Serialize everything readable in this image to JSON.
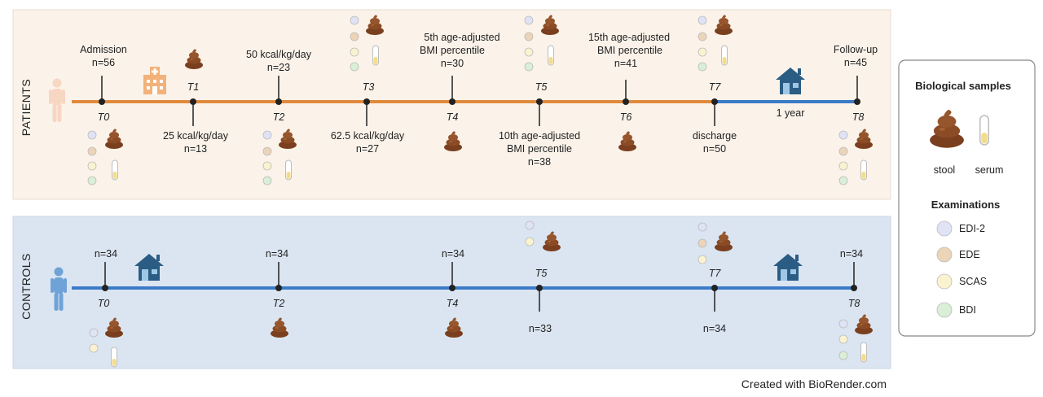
{
  "patients": {
    "group_label": "PATIENTS",
    "timepoints": [
      "T0",
      "T1",
      "T2",
      "T3",
      "T4",
      "T5",
      "T6",
      "T7",
      "T8"
    ],
    "above_labels": {
      "admission": [
        "Admission",
        "n=56"
      ],
      "t2": [
        "50 kcal/kg/day",
        "n=23"
      ],
      "t4": [
        "5th age-adjusted",
        "BMI percentile",
        "n=30"
      ],
      "t6": [
        "15th age-adjusted",
        "BMI percentile",
        "n=41"
      ],
      "t8": [
        "Follow-up",
        "n=45"
      ]
    },
    "below_labels": {
      "t1": [
        "25 kcal/kg/day",
        "n=13"
      ],
      "t3": [
        "62.5 kcal/kg/day",
        "n=27"
      ],
      "t5": [
        "10th age-adjusted",
        "BMI percentile",
        "n=38"
      ],
      "t7": [
        "discharge",
        "n=50"
      ]
    },
    "interval_label": "1 year"
  },
  "controls": {
    "group_label": "CONTROLS",
    "timepoints": [
      "T0",
      "T2",
      "T4",
      "T5",
      "T7",
      "T8"
    ],
    "counts": {
      "t0": "n=34",
      "t2": "n=34",
      "t4": "n=34",
      "t5": "n=33",
      "t7": "n=34",
      "t8": "n=34"
    }
  },
  "legend": {
    "samples_title": "Biological samples",
    "samples": [
      "stool",
      "serum"
    ],
    "exams_title": "Examinations",
    "exams": [
      "EDI-2",
      "EDE",
      "SCAS",
      "BDI"
    ]
  },
  "credit": "Created with BioRender.com",
  "colors": {
    "patients_bg": "#fbf3ea",
    "controls_bg": "#dbe5f1",
    "patients_line": "#e08a3c",
    "timeline_blue": "#3b7ac9",
    "edi2": "#dfe3f5",
    "ede": "#ecd4b8",
    "scas": "#fbf3cf",
    "bdi": "#d9efd6",
    "stool": "#8a4b25"
  }
}
